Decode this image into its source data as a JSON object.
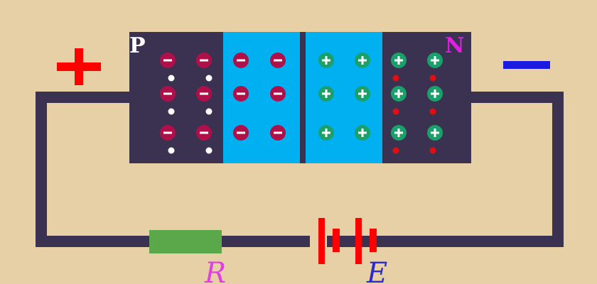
{
  "labels": {
    "p_region": "P",
    "n_region": "N",
    "resistor": "R",
    "battery": "E"
  },
  "terminals": {
    "positive_symbol": "plus-sign",
    "negative_symbol": "minus-sign"
  },
  "colors": {
    "background": "#e8d0a6",
    "wire": "#3b3150",
    "neutral_region": "#3b3150",
    "depletion_region": "#00b0f0",
    "junction_line": "#3b3150",
    "negative_ion": "#b0104a",
    "positive_ion": "#1aa06a",
    "hole": "#ffffff",
    "electron": "#e01010",
    "plus_terminal": "#ff0000",
    "minus_terminal": "#1a1ae0",
    "resistor": "#5aa84a",
    "battery": "#ff0000",
    "p_label": "#ffffff",
    "n_label": "#e020e0",
    "r_label": "#e040e0",
    "e_label": "#2a2ad0"
  },
  "ions": {
    "rows": 3,
    "p_side_negative_ions_per_row": 4,
    "n_side_positive_ions_per_row": 4,
    "holes_per_row": 2,
    "electrons_per_row": 2
  }
}
